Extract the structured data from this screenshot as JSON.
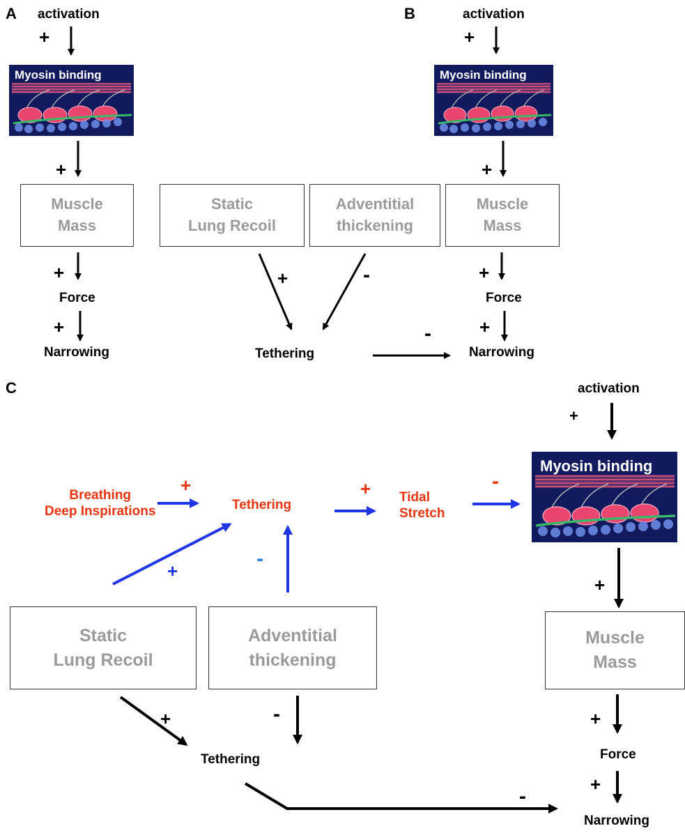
{
  "panels": {
    "a": {
      "label": "A",
      "activation": "activation",
      "myosin": "Myosin binding",
      "muscle_mass": [
        "Muscle",
        "Mass"
      ],
      "force": "Force",
      "narrowing": "Narrowing",
      "signs": [
        "+",
        "+",
        "+",
        "+"
      ]
    },
    "b": {
      "label": "B",
      "activation": "activation",
      "myosin": "Myosin binding",
      "static_lung_recoil": [
        "Static",
        "Lung Recoil"
      ],
      "adventitial_thickening": [
        "Adventitial",
        "thickening"
      ],
      "muscle_mass": [
        "Muscle",
        "Mass"
      ],
      "tethering": "Tethering",
      "force": "Force",
      "narrowing": "Narrowing",
      "signs": {
        "act": "+",
        "myo_mass": "+",
        "mass_force": "+",
        "force_narrow": "+",
        "recoil_teth": "+",
        "advent_teth": "-",
        "teth_narrow": "-"
      }
    },
    "c": {
      "label": "C",
      "activation": "activation",
      "myosin": "Myosin binding",
      "breathing": [
        "Breathing",
        "Deep Inspirations"
      ],
      "tethering_top": "Tethering",
      "tidal_stretch": [
        "Tidal",
        "Stretch"
      ],
      "static_lung_recoil": [
        "Static",
        "Lung Recoil"
      ],
      "adventitial_thickening": [
        "Adventitial",
        "thickening"
      ],
      "muscle_mass": [
        "Muscle",
        "Mass"
      ],
      "tethering_bottom": "Tethering",
      "force": "Force",
      "narrowing": "Narrowing",
      "signs": {
        "act": "+",
        "breath_teth": "+",
        "teth_tidal": "+",
        "tidal_myo": "-",
        "recoil_teth_top": "+",
        "advent_teth_top": "-",
        "myo_mass": "+",
        "mass_force": "+",
        "force_narrow": "+",
        "recoil_teth_bottom": "+",
        "advent_teth_bottom": "-",
        "teth_narrow": "-"
      }
    }
  },
  "colors": {
    "red": "#e8340f",
    "blue": "#1f36e6",
    "light_blue": "#2a7fe0",
    "myosin_bg": "#101a5c",
    "box_text": "#9a9a9a"
  }
}
